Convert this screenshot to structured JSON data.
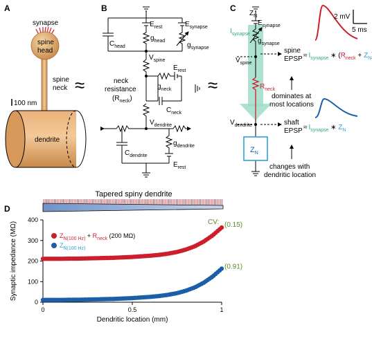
{
  "panels": {
    "a": {
      "letter": "A",
      "synapse": "synapse",
      "spine_head_1": "spine",
      "spine_head_2": "head",
      "spine_neck_1": "spine",
      "spine_neck_2": "neck",
      "scale": "100 nm",
      "dendrite": "dendrite"
    },
    "b": {
      "letter": "B",
      "e_rest": "E",
      "e_rest_sub": "rest",
      "e_syn": "E",
      "e_syn_sub": "synapse",
      "c_head": "C",
      "c_head_sub": "head",
      "g_head": "g",
      "g_head_sub": "head",
      "g_syn": "g",
      "g_syn_sub": "synapse",
      "v_spine": "V",
      "v_spine_sub": "spine",
      "neck_res_1": "neck",
      "neck_res_2": "resistance",
      "neck_res_3": "(R",
      "neck_res_sub": "neck",
      "neck_res_close": ")",
      "g_neck": "g",
      "g_neck_sub": "neck",
      "e_rest2": "E",
      "e_rest2_sub": "rest",
      "c_neck": "C",
      "c_neck_sub": "neck",
      "v_dend": "V",
      "v_dend_sub": "dendrite",
      "c_dend": "C",
      "c_dend_sub": "dendrite",
      "g_dend": "g",
      "g_dend_sub": "dendrite",
      "e_rest3": "E",
      "e_rest3_sub": "rest"
    },
    "c": {
      "letter": "C",
      "z": "Z",
      "z_sub": "N",
      "i_syn": "I",
      "i_syn_sub": "synapse",
      "e_syn": "E",
      "e_syn_sub": "synapse",
      "g_syn": "g",
      "g_syn_sub": "synapse",
      "v_spine": "V",
      "v_spine_sub": "spine",
      "r_neck": "R",
      "r_neck_sub": "neck",
      "v_dend": "V",
      "v_dend_sub": "dendrite",
      "zn_box": "Z",
      "zn_box_sub": "N",
      "spine_epsp_1": "spine",
      "spine_epsp_2": "EPSP",
      "approx": "≈",
      "eq1_i": "I",
      "eq1_i_sub": "synapse",
      "eq1_mult": " ∗ (",
      "eq1_r": "R",
      "eq1_r_sub": "neck",
      "eq1_plus": " + ",
      "eq1_z": "Z",
      "eq1_z_sub": "N",
      "eq1_close": ")",
      "shaft_epsp_1": "shaft",
      "shaft_epsp_2": "EPSP",
      "eq2_i": "I",
      "eq2_i_sub": "synapse",
      "eq2_mult": " ∗ ",
      "eq2_z": "Z",
      "eq2_z_sub": "N",
      "note1_1": "dominates at",
      "note1_2": "most locations",
      "note2_1": "changes with",
      "note2_2": "dendritic location",
      "scale_mv": "2 mV",
      "scale_ms": "5 ms",
      "colors": {
        "red": "#cc1f2d",
        "blue": "#1a5fa8",
        "teal": "#2aa889",
        "box": "#29a3d8"
      }
    },
    "d": {
      "letter": "D",
      "title": "Tapered spiny dendrite",
      "ylabel": "Synaptic impedance (MΩ)",
      "xlabel": "Dendritic location (mm)",
      "cv_label": "CV:",
      "legend": [
        {
          "z": "Z",
          "z_sub": "N(100 Hz)",
          "plus": " + ",
          "r": "R",
          "r_sub": "neck",
          "tail": " (200 MΩ)"
        },
        {
          "z": "Z",
          "z_sub": "N(100 Hz)"
        }
      ]
    }
  },
  "chart_data": {
    "type": "scatter",
    "title": "Tapered spiny dendrite",
    "xlabel": "Dendritic location (mm)",
    "ylabel": "Synaptic impedance (MΩ)",
    "xlim": [
      0,
      1
    ],
    "ylim": [
      0,
      400
    ],
    "xticks": [
      0,
      0.5,
      1
    ],
    "xtick_labels": [
      "0",
      "0.5",
      "1"
    ],
    "yticks": [
      0,
      100,
      200,
      300,
      400
    ],
    "ytick_labels": [
      "0",
      "100",
      "200",
      "300",
      "400"
    ],
    "grid": false,
    "legend_position": "top-left",
    "series": [
      {
        "name": "ZN(100 Hz) + Rneck (200 MΩ)",
        "color": "#cc1f2d",
        "cv": "(0.15)",
        "x": [
          0,
          0.05,
          0.1,
          0.15,
          0.2,
          0.25,
          0.3,
          0.35,
          0.4,
          0.45,
          0.5,
          0.55,
          0.6,
          0.65,
          0.7,
          0.75,
          0.8,
          0.85,
          0.9,
          0.95,
          1.0
        ],
        "y": [
          211,
          211,
          211,
          212,
          212,
          213,
          214,
          215,
          216,
          218,
          220,
          223,
          226,
          230,
          236,
          244,
          256,
          272,
          295,
          325,
          363
        ]
      },
      {
        "name": "ZN(100 Hz)",
        "color": "#1a5fa8",
        "cv": "(0.91)",
        "x": [
          0,
          0.05,
          0.1,
          0.15,
          0.2,
          0.25,
          0.3,
          0.35,
          0.4,
          0.45,
          0.5,
          0.55,
          0.6,
          0.65,
          0.7,
          0.75,
          0.8,
          0.85,
          0.9,
          0.95,
          1.0
        ],
        "y": [
          11,
          11,
          11,
          12,
          12,
          13,
          14,
          15,
          16,
          18,
          20,
          23,
          26,
          30,
          36,
          44,
          56,
          72,
          95,
          125,
          163
        ]
      }
    ]
  }
}
